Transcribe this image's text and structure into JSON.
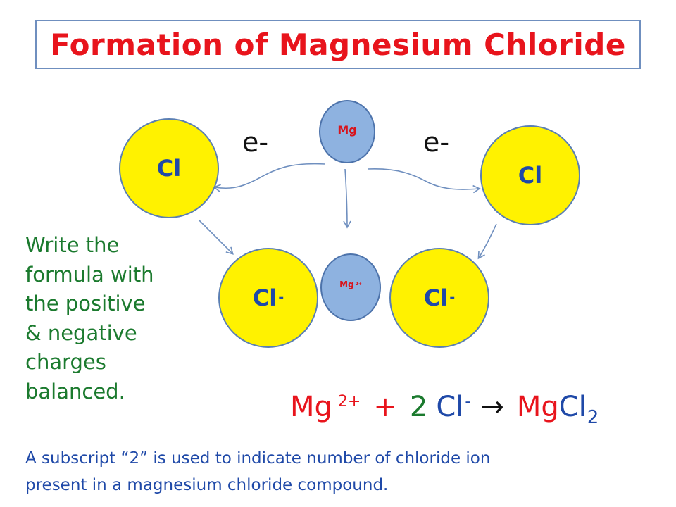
{
  "title": "Formation of Magnesium Chloride",
  "atoms": {
    "cl_left": {
      "symbol": "Cl"
    },
    "cl_right": {
      "symbol": "Cl"
    },
    "mg_top": {
      "symbol": "Mg"
    },
    "cl_ion_left": {
      "symbol": "Cl",
      "charge": "-"
    },
    "mg_ion": {
      "symbol": "Mg",
      "charge": "2+"
    },
    "cl_ion_right": {
      "symbol": "Cl",
      "charge": "-"
    }
  },
  "electron_labels": [
    "e-",
    "e-"
  ],
  "instruction_lines": [
    "Write the",
    "formula with",
    "the positive",
    "& negative",
    "charges",
    "balanced."
  ],
  "equation": {
    "mg": "Mg",
    "mg_charge": "2+",
    "plus": "+",
    "coefficient": "2",
    "cl": "Cl",
    "cl_charge": "-",
    "arrow": "→",
    "product_mg": "Mg",
    "product_cl": "Cl",
    "product_subscript": "2"
  },
  "footnote_lines": [
    "A subscript “2” is used to indicate number of chloride ion",
    "present in a magnesium chloride compound."
  ],
  "colors": {
    "title": "#e8141c",
    "chlorine_fill": "#fff200",
    "magnesium_fill": "#8eb2e0",
    "instruction": "#1b7a2e",
    "footnote": "#1f49a8",
    "arrow_stroke": "#6f8fbf"
  }
}
